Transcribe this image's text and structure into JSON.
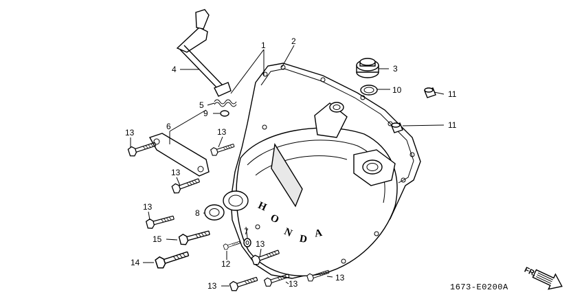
{
  "callouts": {
    "c1": "1",
    "c2": "2",
    "c3": "3",
    "c4": "4",
    "c5": "5",
    "c6": "6",
    "c7": "7",
    "c8": "8",
    "c9": "9",
    "c10": "10",
    "c11": "11",
    "c12": "12",
    "c13": "13",
    "c14": "14",
    "c15": "15"
  },
  "cover_lettering": [
    "H",
    "O",
    "N",
    "D",
    "A"
  ],
  "diagram_code": "1673-E0200A",
  "direction_arrow_label": "FR."
}
